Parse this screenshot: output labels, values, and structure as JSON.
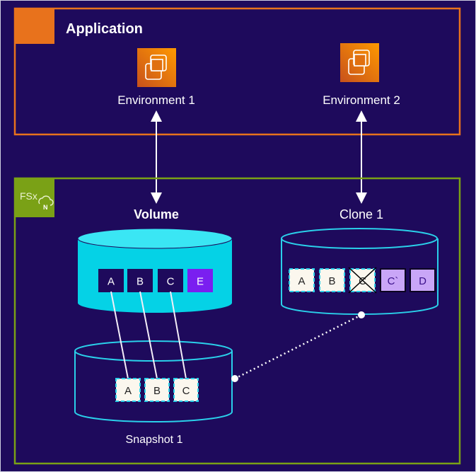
{
  "application": {
    "title": "Application"
  },
  "environments": [
    {
      "label": "Environment 1",
      "icon": "ec2-instance-icon"
    },
    {
      "label": "Environment 2",
      "icon": "ec2-instance-icon"
    }
  ],
  "fsx": {
    "logo_text": "FSx",
    "logo_badge": "N"
  },
  "volume": {
    "title": "Volume",
    "blocks": [
      "A",
      "B",
      "C",
      "E"
    ]
  },
  "clone": {
    "title": "Clone 1",
    "blocks": [
      "A",
      "B",
      "C",
      "C`",
      "D"
    ],
    "deleted_block": "C"
  },
  "snapshot": {
    "title": "Snapshot 1",
    "blocks": [
      "A",
      "B",
      "C"
    ]
  },
  "colors": {
    "background": "#1e0a5c",
    "application_border": "#e8721c",
    "fsx_border": "#7aa116",
    "volume_fill": "#1fd6ea",
    "cylinder_outline": "#2ad0ea",
    "new_block": "#7a1ff0",
    "clone_new_block": "#c9a6f7",
    "snapshot_block": "#fbf7ee"
  }
}
